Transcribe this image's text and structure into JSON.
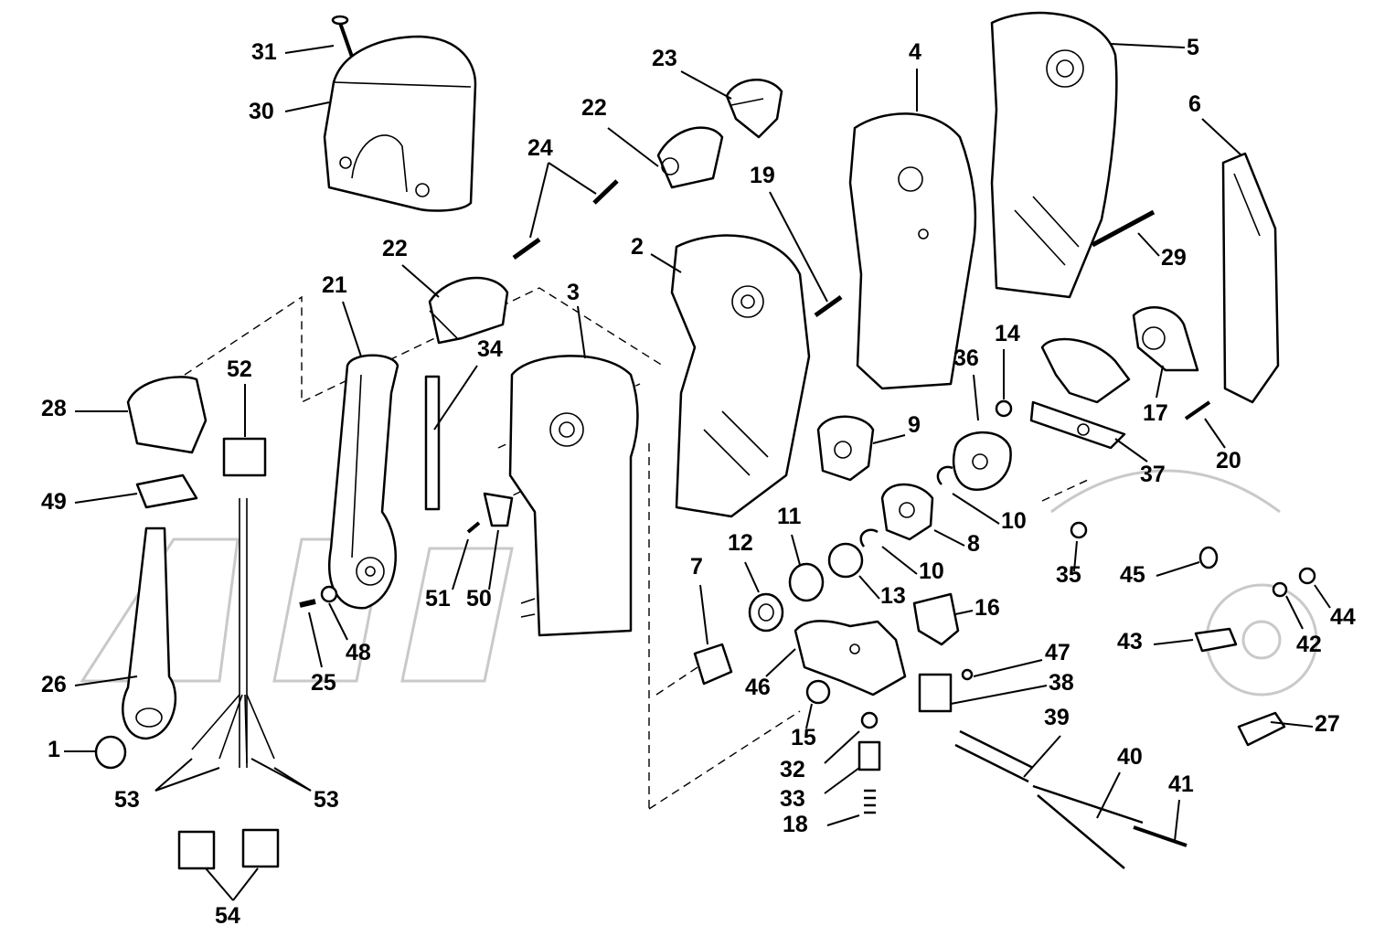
{
  "diagram": {
    "callouts": [
      {
        "id": "c1",
        "text": "1"
      },
      {
        "id": "c2",
        "text": "2"
      },
      {
        "id": "c3",
        "text": "3"
      },
      {
        "id": "c4",
        "text": "4"
      },
      {
        "id": "c5",
        "text": "5"
      },
      {
        "id": "c6",
        "text": "6"
      },
      {
        "id": "c7",
        "text": "7"
      },
      {
        "id": "c8",
        "text": "8"
      },
      {
        "id": "c9",
        "text": "9"
      },
      {
        "id": "c10a",
        "text": "10"
      },
      {
        "id": "c10b",
        "text": "10"
      },
      {
        "id": "c11",
        "text": "11"
      },
      {
        "id": "c12",
        "text": "12"
      },
      {
        "id": "c13",
        "text": "13"
      },
      {
        "id": "c14",
        "text": "14"
      },
      {
        "id": "c15",
        "text": "15"
      },
      {
        "id": "c16",
        "text": "16"
      },
      {
        "id": "c17",
        "text": "17"
      },
      {
        "id": "c18",
        "text": "18"
      },
      {
        "id": "c19",
        "text": "19"
      },
      {
        "id": "c20",
        "text": "20"
      },
      {
        "id": "c21",
        "text": "21"
      },
      {
        "id": "c22a",
        "text": "22"
      },
      {
        "id": "c22b",
        "text": "22"
      },
      {
        "id": "c23",
        "text": "23"
      },
      {
        "id": "c24",
        "text": "24"
      },
      {
        "id": "c25",
        "text": "25"
      },
      {
        "id": "c26",
        "text": "26"
      },
      {
        "id": "c27",
        "text": "27"
      },
      {
        "id": "c28",
        "text": "28"
      },
      {
        "id": "c29",
        "text": "29"
      },
      {
        "id": "c30",
        "text": "30"
      },
      {
        "id": "c31",
        "text": "31"
      },
      {
        "id": "c32",
        "text": "32"
      },
      {
        "id": "c33",
        "text": "33"
      },
      {
        "id": "c34",
        "text": "34"
      },
      {
        "id": "c35",
        "text": "35"
      },
      {
        "id": "c36",
        "text": "36"
      },
      {
        "id": "c37",
        "text": "37"
      },
      {
        "id": "c38",
        "text": "38"
      },
      {
        "id": "c39",
        "text": "39"
      },
      {
        "id": "c40",
        "text": "40"
      },
      {
        "id": "c41",
        "text": "41"
      },
      {
        "id": "c42",
        "text": "42"
      },
      {
        "id": "c43",
        "text": "43"
      },
      {
        "id": "c44",
        "text": "44"
      },
      {
        "id": "c45",
        "text": "45"
      },
      {
        "id": "c46",
        "text": "46"
      },
      {
        "id": "c47",
        "text": "47"
      },
      {
        "id": "c48",
        "text": "48"
      },
      {
        "id": "c49",
        "text": "49"
      },
      {
        "id": "c50",
        "text": "50"
      },
      {
        "id": "c51",
        "text": "51"
      },
      {
        "id": "c52",
        "text": "52"
      },
      {
        "id": "c53a",
        "text": "53"
      },
      {
        "id": "c53b",
        "text": "53"
      },
      {
        "id": "c54",
        "text": "54"
      }
    ]
  }
}
